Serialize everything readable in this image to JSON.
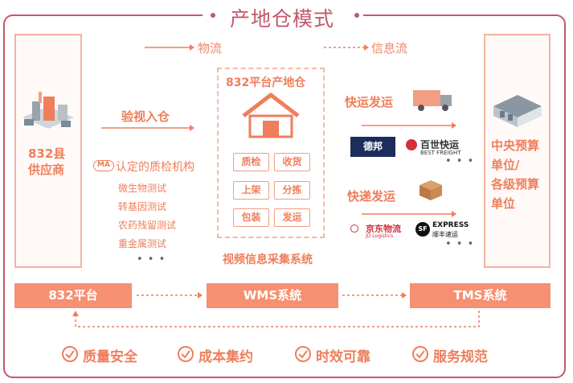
{
  "title": "产地仓模式",
  "legend": {
    "logistics": "物流",
    "info_flow": "信息流"
  },
  "supplier": {
    "label_line1": "832县",
    "label_line2": "供应商"
  },
  "budget_unit": {
    "line1": "中央预算",
    "line2": "单位/",
    "line3": "各级预算",
    "line4": "单位"
  },
  "inspection": {
    "arrow_label": "验视入仓",
    "org_badge": "MA",
    "org_label": "认定的质检机构",
    "tests": [
      "微生物测试",
      "转基因测试",
      "农药残留测试",
      "重金属测试"
    ],
    "more": "• • •"
  },
  "warehouse": {
    "title": "832平台产地仓",
    "cells": [
      "质检",
      "收货",
      "上架",
      "分拣",
      "包装",
      "发运"
    ],
    "video_label": "视频信息采集系统"
  },
  "express": {
    "fast_label": "快运发运",
    "parcel_label": "快递发运",
    "deppon_logo": "德邦",
    "best_cn": "百世快运",
    "best_en": "BEST FREIGHT",
    "jd_cn": "京东物流",
    "jd_en": "JD Logistics",
    "sf_badge": "SF",
    "sf_en": "EXPRESS",
    "sf_cn": "顺丰速运",
    "more": "• • •"
  },
  "bars": {
    "platform": "832平台",
    "wms": "WMS系统",
    "tms": "TMS系统"
  },
  "features": [
    "质量安全",
    "成本集约",
    "时效可靠",
    "服务规范"
  ],
  "colors": {
    "accent": "#ef7e5b",
    "bar": "#f59072",
    "frame": "#c2586a",
    "border_light": "#f2b3a2"
  }
}
